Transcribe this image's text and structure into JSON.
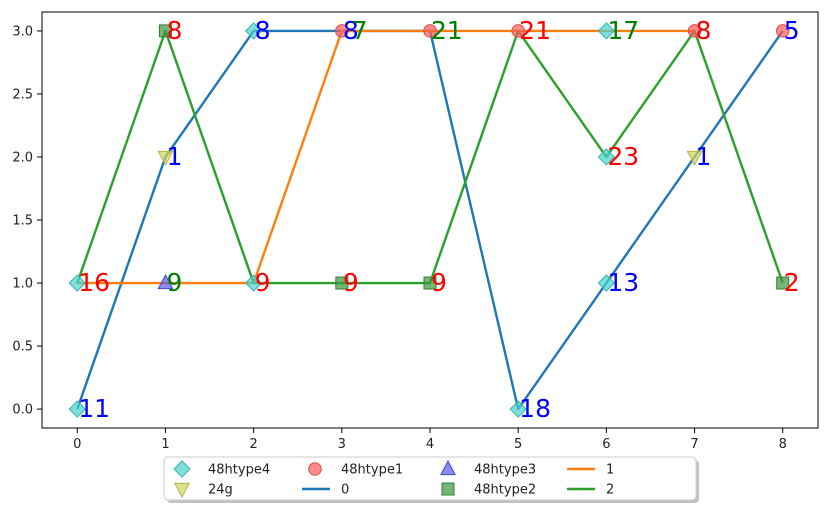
{
  "chart_data": {
    "type": "line",
    "xlim": [
      -0.4,
      8.4
    ],
    "ylim": [
      -0.15,
      3.15
    ],
    "x_ticks": [
      0,
      1,
      2,
      3,
      4,
      5,
      6,
      7,
      8
    ],
    "y_ticks": [
      0.0,
      0.5,
      1.0,
      1.5,
      2.0,
      2.5,
      3.0
    ],
    "y_tick_labels": [
      "0.0",
      "0.5",
      "1.0",
      "1.5",
      "2.0",
      "2.5",
      "3.0"
    ],
    "grid": false,
    "legend_position": "bottom-center",
    "series": [
      {
        "name": "0",
        "kind": "line",
        "color": "#1f77b4",
        "x": [
          0,
          1,
          2,
          3,
          4,
          5,
          6,
          7,
          8
        ],
        "y": [
          0,
          2,
          3,
          3,
          3,
          0,
          1,
          2,
          3
        ]
      },
      {
        "name": "1",
        "kind": "line",
        "color": "#ff7f0e",
        "x": [
          0,
          1,
          2,
          3,
          4,
          5,
          6,
          7
        ],
        "y": [
          1,
          1,
          1,
          3,
          3,
          3,
          3,
          3
        ]
      },
      {
        "name": "2",
        "kind": "line",
        "color": "#2ca02c",
        "x": [
          0,
          1,
          2,
          3,
          4,
          5,
          6,
          7,
          8
        ],
        "y": [
          1,
          3,
          1,
          1,
          1,
          3,
          2,
          3,
          1
        ]
      }
    ],
    "marker_series": [
      {
        "name": "48htype4",
        "marker": "diamond",
        "color": "#48d1cc",
        "points": [
          [
            0,
            0
          ],
          [
            0,
            1
          ],
          [
            2,
            3
          ],
          [
            2,
            1
          ],
          [
            5,
            0
          ],
          [
            6,
            3
          ],
          [
            6,
            2
          ],
          [
            6,
            1
          ]
        ]
      },
      {
        "name": "24g",
        "marker": "triangle-down",
        "color": "#d4d45a",
        "points": [
          [
            1,
            2
          ],
          [
            7,
            2
          ]
        ]
      },
      {
        "name": "48htype1",
        "marker": "circle",
        "color": "#ff5a5a",
        "points": [
          [
            3,
            3
          ],
          [
            4,
            3
          ],
          [
            5,
            3
          ],
          [
            7,
            3
          ],
          [
            8,
            3
          ]
        ]
      },
      {
        "name": "48htype3",
        "marker": "triangle-up",
        "color": "#5a5ae6",
        "points": [
          [
            1,
            1
          ]
        ]
      },
      {
        "name": "48htype2",
        "marker": "square",
        "color": "#3c963c",
        "points": [
          [
            1,
            3
          ],
          [
            3,
            1
          ],
          [
            4,
            1
          ],
          [
            8,
            1
          ]
        ]
      }
    ],
    "annotations": [
      {
        "x": 0,
        "y": 0,
        "text": "11",
        "color": "#0000ff"
      },
      {
        "x": 0,
        "y": 1,
        "text": "16",
        "color": "#ff0000"
      },
      {
        "x": 1,
        "y": 3,
        "text": "8",
        "color": "#ff0000"
      },
      {
        "x": 1,
        "y": 2,
        "text": "1",
        "color": "#0000ff"
      },
      {
        "x": 1,
        "y": 1,
        "text": "9",
        "color": "#008000"
      },
      {
        "x": 2,
        "y": 3,
        "text": "8",
        "color": "#0000ff"
      },
      {
        "x": 2,
        "y": 1,
        "text": "9",
        "color": "#ff0000"
      },
      {
        "x": 3,
        "y": 3,
        "text": "8",
        "color": "#0000ff"
      },
      {
        "x": 3.1,
        "y": 3,
        "text": "7",
        "color": "#008000"
      },
      {
        "x": 3,
        "y": 1,
        "text": "9",
        "color": "#ff0000"
      },
      {
        "x": 4,
        "y": 3,
        "text": "21",
        "color": "#008000"
      },
      {
        "x": 4,
        "y": 1,
        "text": "9",
        "color": "#ff0000"
      },
      {
        "x": 5,
        "y": 3,
        "text": "21",
        "color": "#ff0000"
      },
      {
        "x": 5,
        "y": 0,
        "text": "18",
        "color": "#0000ff"
      },
      {
        "x": 6,
        "y": 3,
        "text": "17",
        "color": "#008000"
      },
      {
        "x": 6,
        "y": 2,
        "text": "23",
        "color": "#ff0000"
      },
      {
        "x": 6,
        "y": 1,
        "text": "13",
        "color": "#0000ff"
      },
      {
        "x": 7,
        "y": 3,
        "text": "8",
        "color": "#ff0000"
      },
      {
        "x": 7,
        "y": 2,
        "text": "1",
        "color": "#0000ff"
      },
      {
        "x": 8,
        "y": 3,
        "text": "5",
        "color": "#0000ff"
      },
      {
        "x": 8,
        "y": 1,
        "text": "2",
        "color": "#ff0000"
      }
    ],
    "legend": [
      {
        "label": "48htype4",
        "kind": "marker",
        "ref": "48htype4"
      },
      {
        "label": "24g",
        "kind": "marker",
        "ref": "24g"
      },
      {
        "label": "48htype1",
        "kind": "marker",
        "ref": "48htype1"
      },
      {
        "label": "0",
        "kind": "line",
        "ref": "0"
      },
      {
        "label": "48htype3",
        "kind": "marker",
        "ref": "48htype3"
      },
      {
        "label": "48htype2",
        "kind": "marker",
        "ref": "48htype2"
      },
      {
        "label": "1",
        "kind": "line",
        "ref": "1"
      },
      {
        "label": "2",
        "kind": "line",
        "ref": "2"
      }
    ]
  }
}
